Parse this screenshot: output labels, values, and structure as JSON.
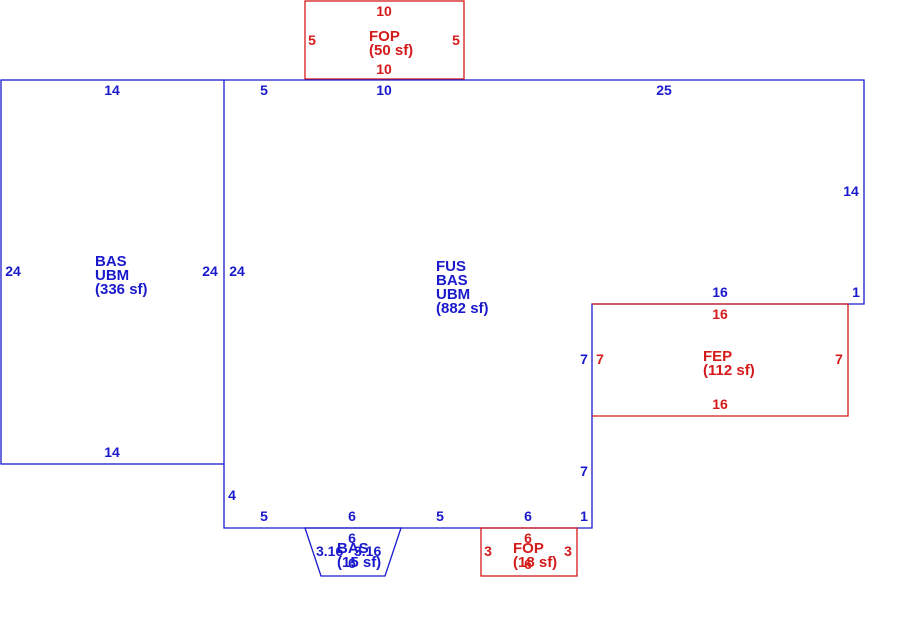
{
  "colors": {
    "blue": "#1a1acc",
    "red": "#d41a1a",
    "background": "#ffffff"
  },
  "areas": {
    "fop_top": {
      "code": "FOP",
      "area": "(50 sf)",
      "dims": {
        "top": "10",
        "bottom": "10",
        "left": "5",
        "right": "5"
      }
    },
    "bas_left": {
      "lines": [
        "BAS",
        "UBM",
        "(336 sf)"
      ],
      "dims": {
        "top": "14",
        "bottom": "14",
        "left": "24",
        "right": "24"
      }
    },
    "main": {
      "lines": [
        "FUS",
        "BAS",
        "UBM",
        "(882 sf)"
      ],
      "dims": {
        "top_5": "5",
        "top_10": "10",
        "top_25": "25",
        "right_14": "14",
        "step_1": "1",
        "step_16": "16",
        "left_24": "24",
        "left_4": "4",
        "inner_7_upper": "7",
        "inner_7_lower": "7",
        "bottom_5a": "5",
        "bottom_6a": "6",
        "bottom_5b": "5",
        "bottom_6b": "6",
        "bottom_1": "1"
      }
    },
    "fep": {
      "code": "FEP",
      "area": "(112 sf)",
      "dims": {
        "top": "16",
        "bottom": "16",
        "left": "7",
        "right": "7"
      }
    },
    "bas_small": {
      "code": "BAS",
      "area": "(15 sf)",
      "dims": {
        "top": "6",
        "left": "3.16",
        "right": "3.16",
        "bottom": "6"
      }
    },
    "fop_small": {
      "code": "FOP",
      "area": "(18 sf)",
      "dims": {
        "top": "6",
        "bottom": "6",
        "left": "3",
        "right": "3"
      }
    }
  }
}
